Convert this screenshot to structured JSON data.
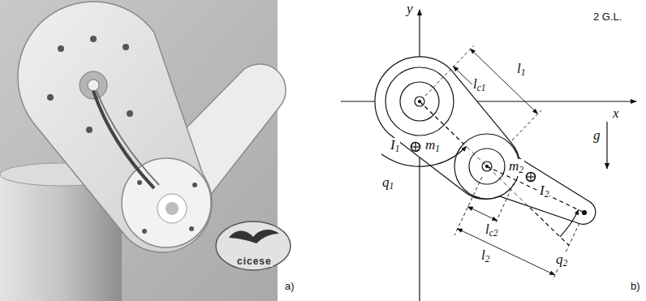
{
  "diagram": {
    "labels": [
      "a)",
      "cicese",
      "2 G.L.",
      "y",
      "x",
      "lc1",
      "l1",
      "I1",
      "m1",
      "q1",
      "m2",
      "I2",
      "lc2",
      "q2",
      "l2",
      "g",
      "b)"
    ]
  }
}
